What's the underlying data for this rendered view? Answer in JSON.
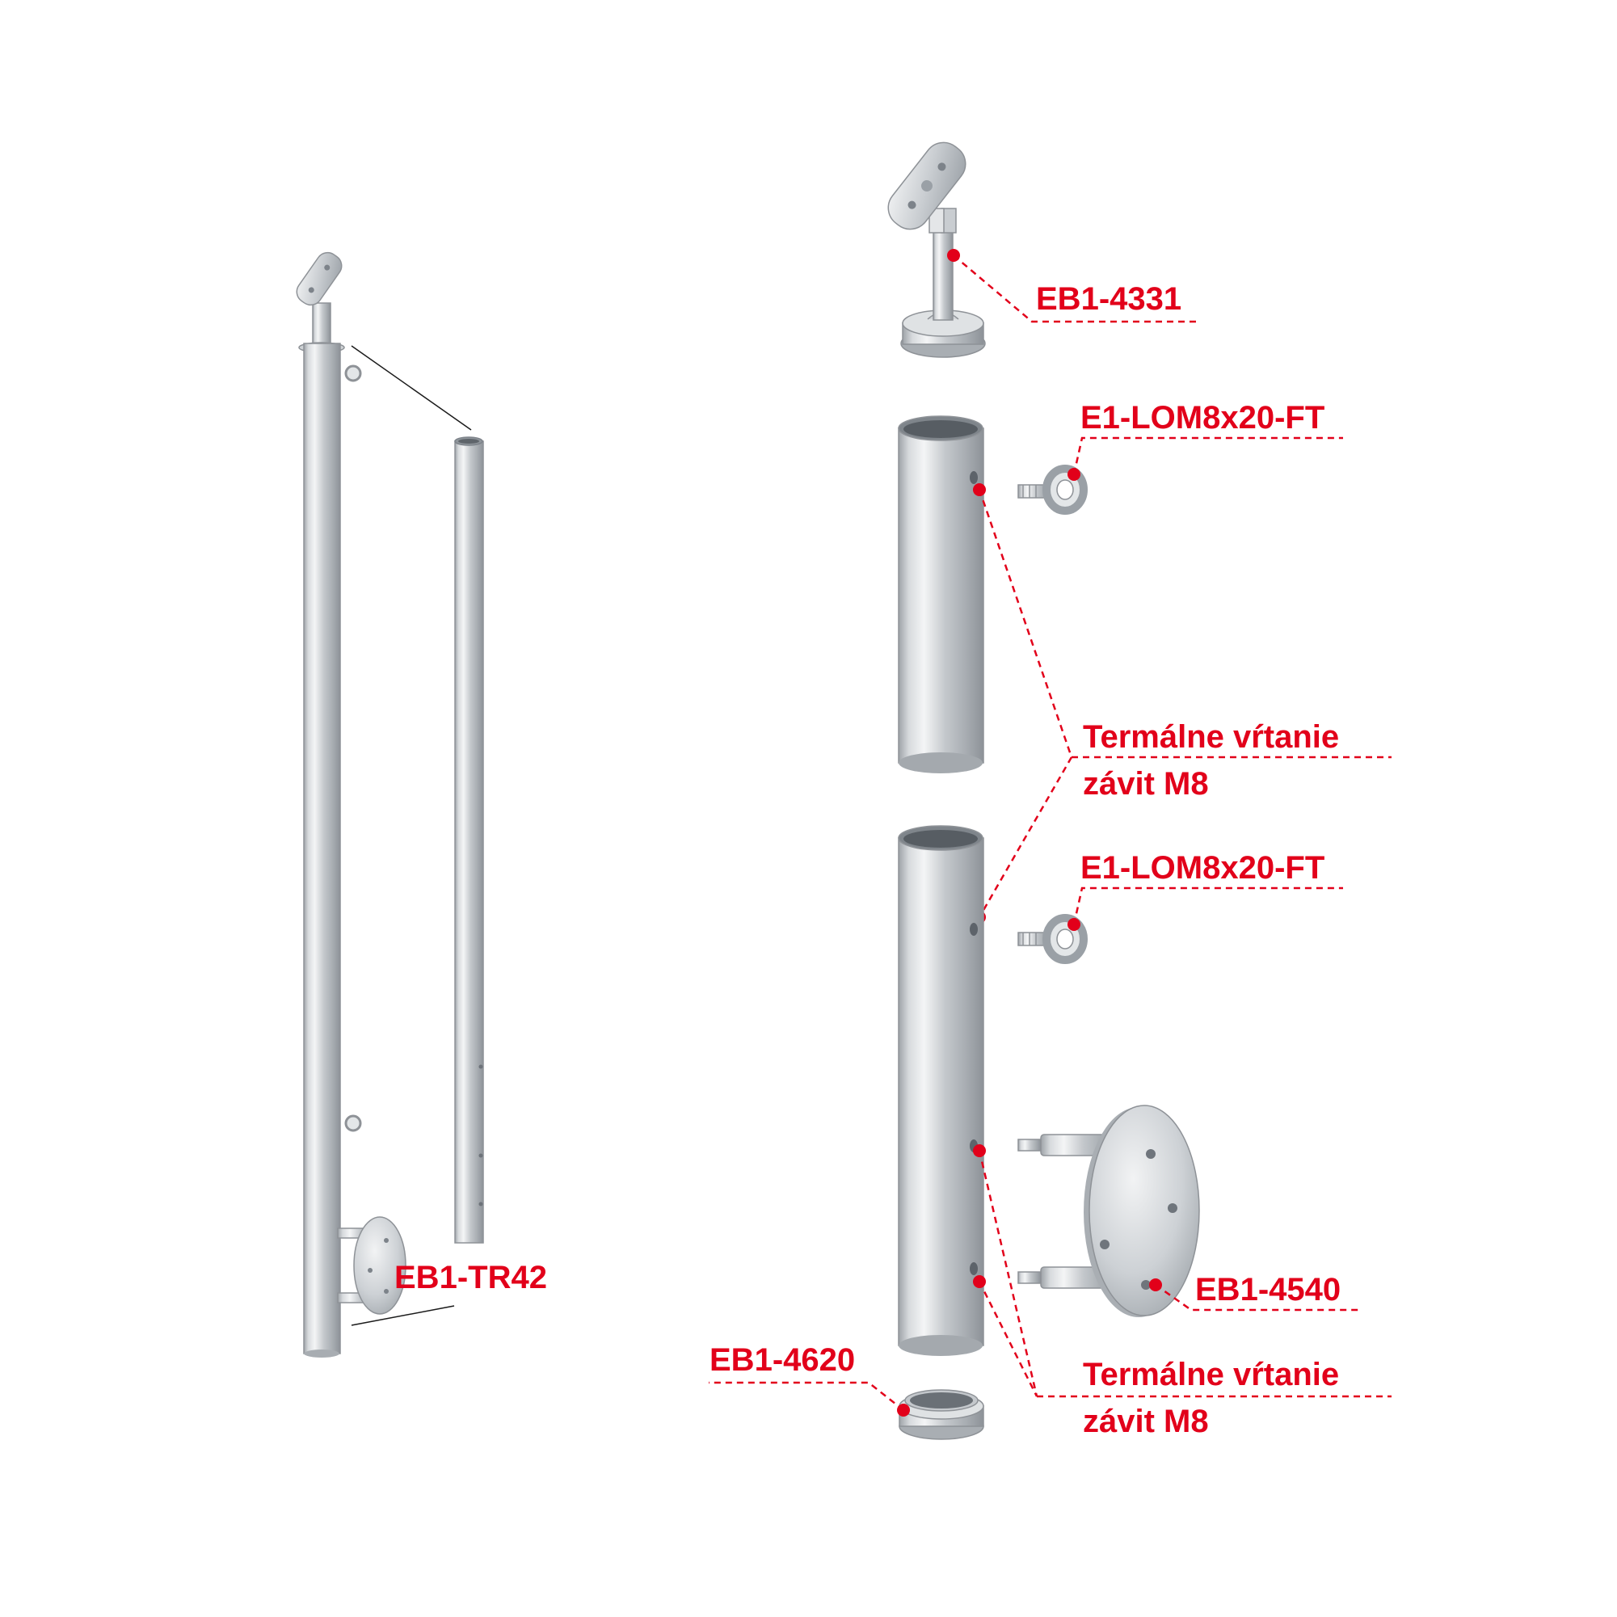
{
  "accent_color": "#e2001a",
  "labels": {
    "assembled_post": "EB1-TR42",
    "handrail_support": "EB1-4331",
    "eye_bolt_top": "E1-LOM8x20-FT",
    "thermal_drilling_top_line1": "Termálne vŕtanie",
    "thermal_drilling_top_line2": "závit M8",
    "eye_bolt_bottom": "E1-LOM8x20-FT",
    "wall_flange": "EB1-4540",
    "end_cap": "EB1-4620",
    "thermal_drilling_bottom_line1": "Termálne vŕtanie",
    "thermal_drilling_bottom_line2": "závit M8"
  }
}
